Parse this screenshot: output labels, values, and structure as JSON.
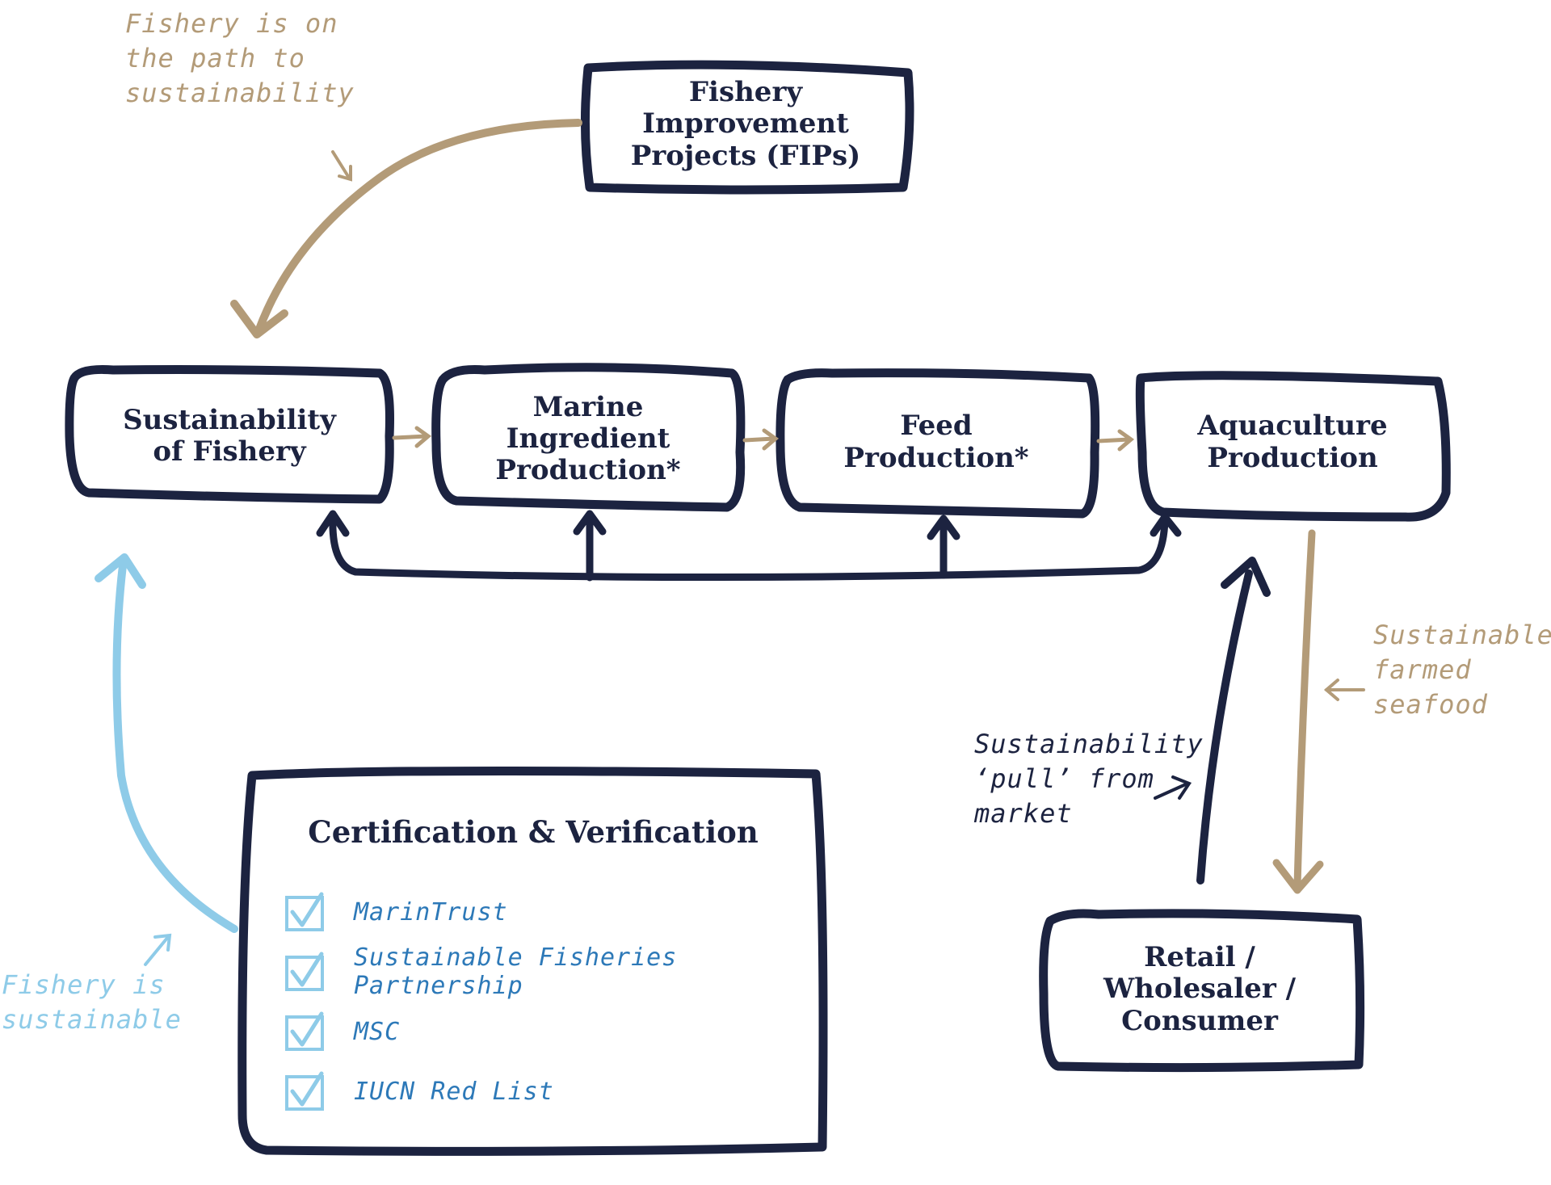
{
  "boxes": {
    "fips": "Fishery\nImprovement\nProjects (FIPs)",
    "sustainability": "Sustainability\nof Fishery",
    "marine": "Marine\nIngredient\nProduction*",
    "feed": "Feed\nProduction*",
    "aquaculture": "Aquaculture\nProduction",
    "retail": "Retail /\nWholesaler /\nConsumer"
  },
  "certification": {
    "title": "Certification & Verification",
    "items": [
      "MarinTrust",
      "Sustainable Fisheries Partnership",
      "MSC",
      "IUCN Red List"
    ]
  },
  "notes": {
    "path_to_sustainability": "Fishery is on\nthe path to\nsustainability",
    "fishery_sustainable": "Fishery is\nsustainable",
    "market_pull": "Sustainability\n‘pull’ from\nmarket",
    "farmed_seafood": "Sustainable\nfarmed\nseafood"
  },
  "colors": {
    "ink": "#1c2340",
    "tan": "#b39b78",
    "light_blue": "#8ecbe8",
    "blue_text": "#2d79b8"
  }
}
